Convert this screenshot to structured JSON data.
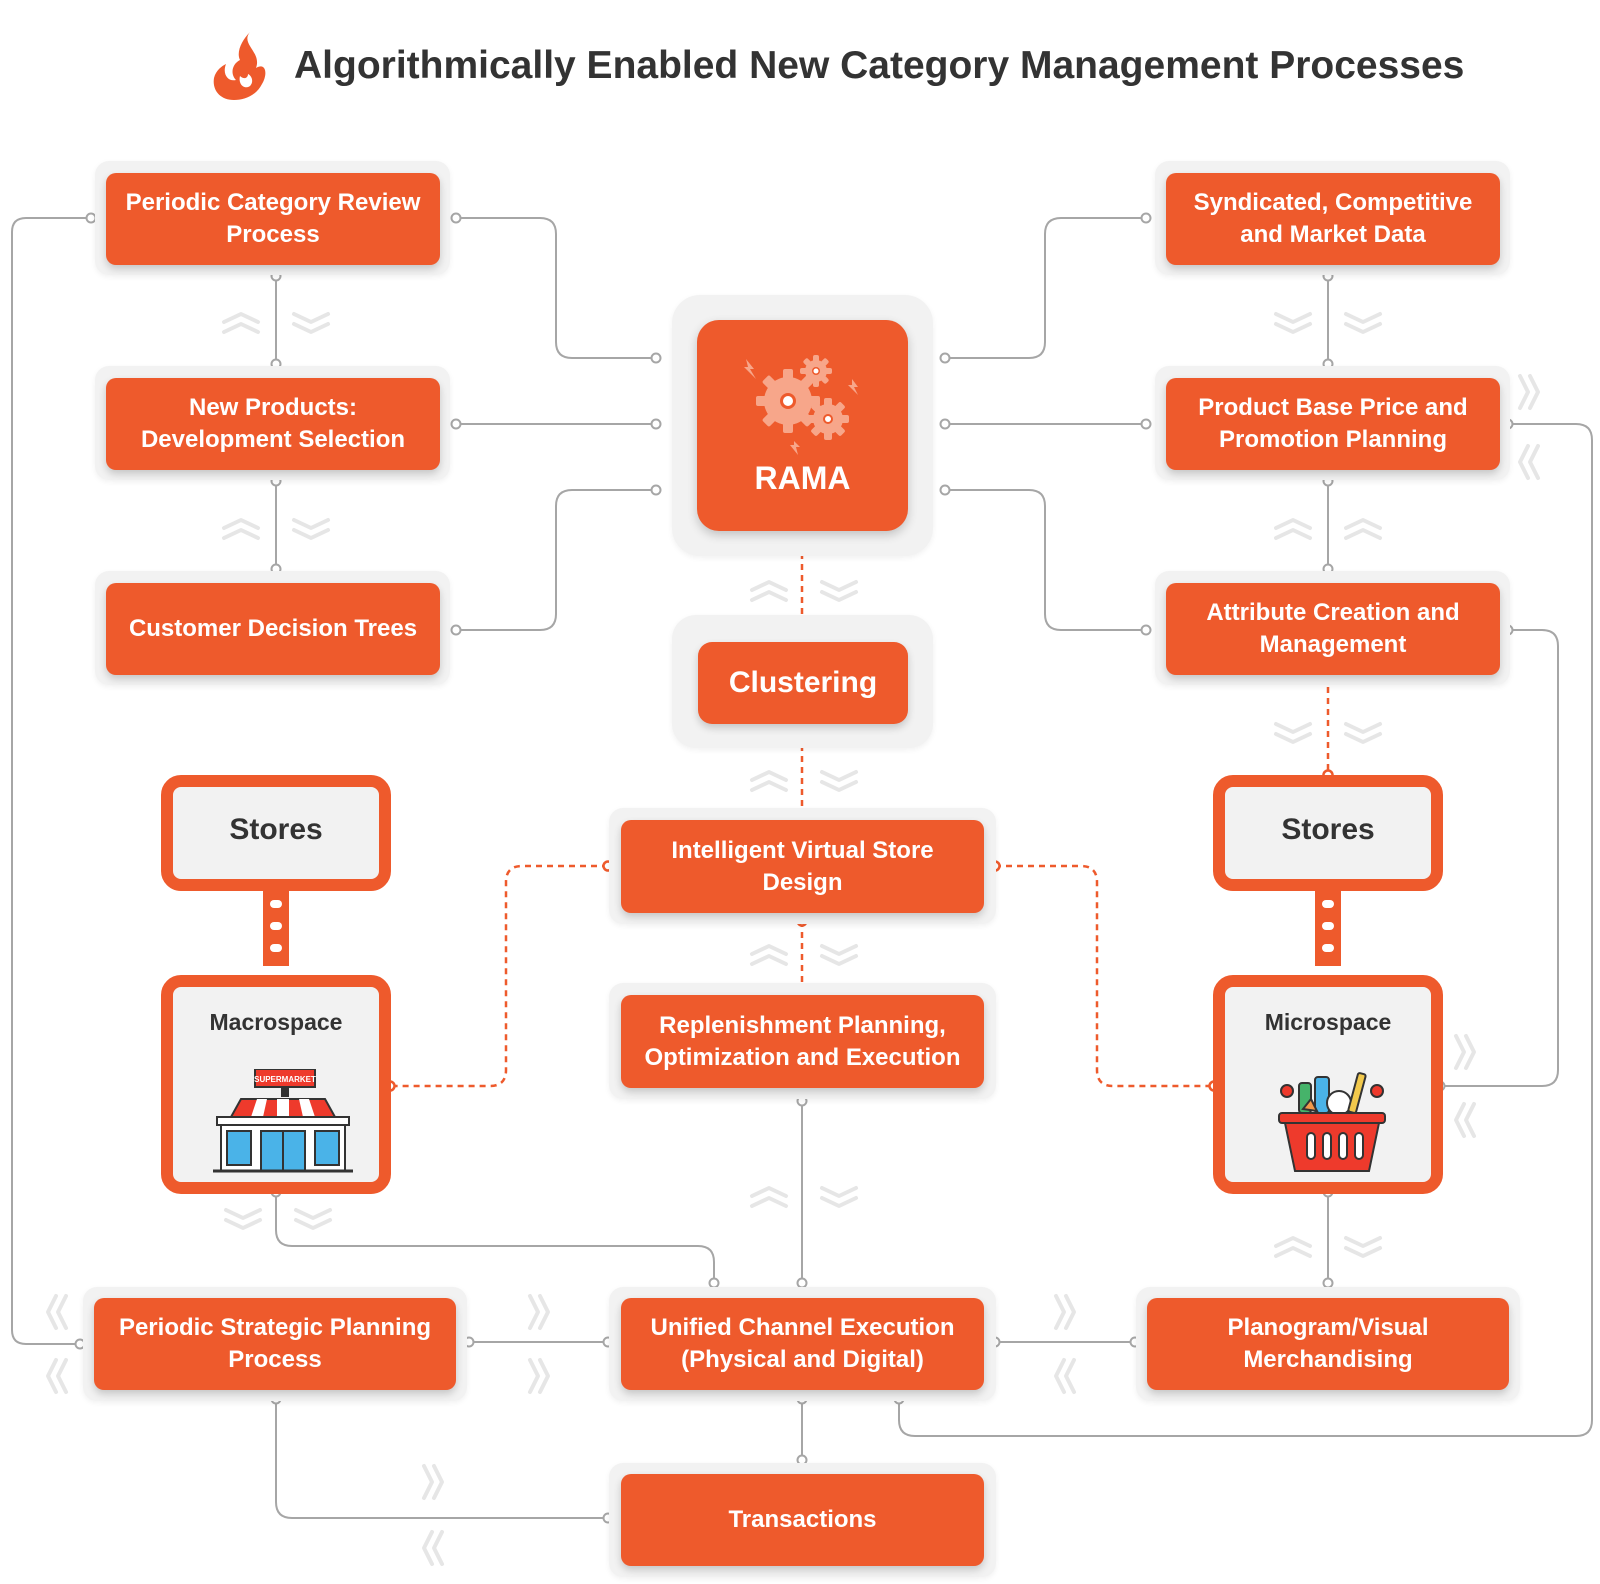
{
  "title": "Algorithmically Enabled New Category Management Processes",
  "colors": {
    "accent": "#ee5a2c",
    "connector": "#a6a6a6",
    "panel": "#f2f2f2"
  },
  "nodes": {
    "periodic_category_review": "Periodic Category Review Process",
    "new_products": "New Products: Development Selection",
    "customer_decision_trees": "Customer Decision Trees",
    "syndicated_data": "Syndicated, Competitive and Market Data",
    "base_price_promo": "Product Base Price and Promotion Planning",
    "attribute_creation": "Attribute Creation and Management",
    "rama": "RAMA",
    "clustering": "Clustering",
    "ivsd": "Intelligent Virtual Store Design",
    "replenishment": "Replenishment Planning, Optimization and Execution",
    "stores_left": "Stores",
    "stores_right": "Stores",
    "macrospace": "Macrospace",
    "microspace": "Microspace",
    "supermarket_sign": "SUPERMARKET",
    "strategic_planning": "Periodic Strategic Planning Process",
    "unified_channel": "Unified Channel Execution (Physical and Digital)",
    "planogram": "Planogram/Visual Merchandising",
    "transactions": "Transactions"
  },
  "icons": [
    "flame-logo-icon",
    "gears-icon",
    "supermarket-icon",
    "grocery-basket-icon"
  ]
}
